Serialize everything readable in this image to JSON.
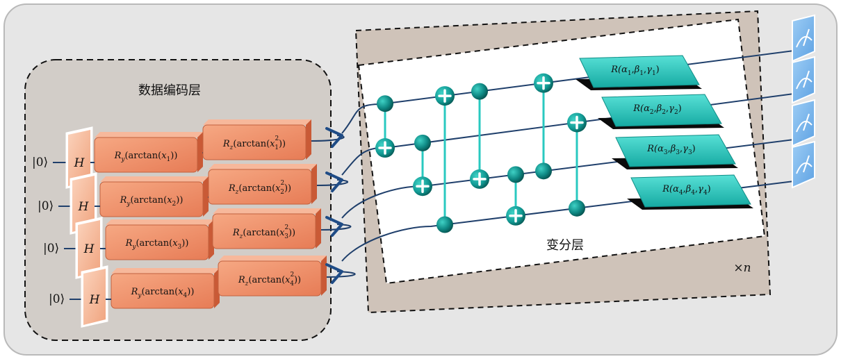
{
  "encoding_layer": {
    "title": "数据编码层",
    "rows": [
      {
        "ket": "|0⟩",
        "h": "H",
        "ry": {
          "fn": "R",
          "sub": "y",
          "arg": "(arctan(",
          "var": "x",
          "varsub": "1",
          "close": "))"
        },
        "rz": {
          "fn": "R",
          "sub": "z",
          "arg": "(arctan(",
          "var": "x",
          "varsub": "1",
          "sup": "2",
          "close": "))"
        }
      },
      {
        "ket": "|0⟩",
        "h": "H",
        "ry": {
          "fn": "R",
          "sub": "y",
          "arg": "(arctan(",
          "var": "x",
          "varsub": "2",
          "close": "))"
        },
        "rz": {
          "fn": "R",
          "sub": "z",
          "arg": "(arctan(",
          "var": "x",
          "varsub": "2",
          "sup": "2",
          "close": "))"
        }
      },
      {
        "ket": "|0⟩",
        "h": "H",
        "ry": {
          "fn": "R",
          "sub": "y",
          "arg": "(arctan(",
          "var": "x",
          "varsub": "3",
          "close": "))"
        },
        "rz": {
          "fn": "R",
          "sub": "z",
          "arg": "(arctan(",
          "var": "x",
          "varsub": "3",
          "sup": "2",
          "close": "))"
        }
      },
      {
        "ket": "|0⟩",
        "h": "H",
        "ry": {
          "fn": "R",
          "sub": "y",
          "arg": "(arctan(",
          "var": "x",
          "varsub": "4",
          "close": "))"
        },
        "rz": {
          "fn": "R",
          "sub": "z",
          "arg": "(arctan(",
          "var": "x",
          "varsub": "4",
          "sup": "2",
          "close": "))"
        }
      }
    ]
  },
  "variational_layer": {
    "title": "变分层",
    "repeat": "×n",
    "rotations": [
      {
        "fn": "R(",
        "a": "α",
        "b": "β",
        "g": "γ",
        "idx": "1",
        "close": ")"
      },
      {
        "fn": "R(",
        "a": "α",
        "b": "β",
        "g": "γ",
        "idx": "2",
        "close": ")"
      },
      {
        "fn": "R(",
        "a": "α",
        "b": "β",
        "g": "γ",
        "idx": "3",
        "close": ")"
      },
      {
        "fn": "R(",
        "a": "α",
        "b": "β",
        "g": "γ",
        "idx": "4",
        "close": ")"
      }
    ]
  },
  "colors": {
    "frame_bg": "#e6e6e6",
    "encoding_bg": "#d2cdc8",
    "gate_orange": "#f08a62",
    "gate_teal": "#22c7be",
    "wire_blue": "#1f3f6b",
    "cnot_line": "#29c9c0",
    "meter_blue": "#7ab8ef"
  }
}
